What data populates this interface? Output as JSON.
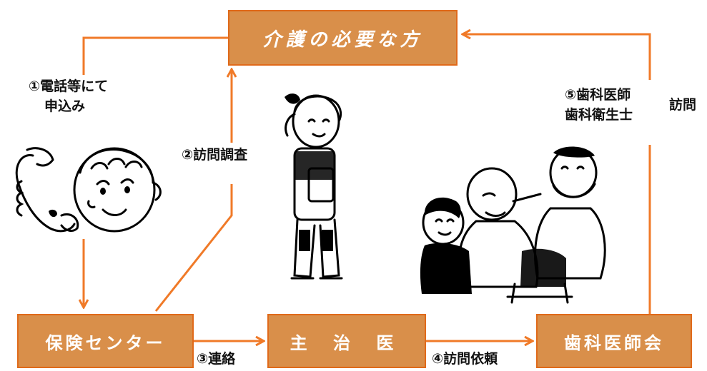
{
  "nodes": {
    "care_person": "介護の必要な方",
    "hoken_center": "保険センター",
    "shujii": "主 治 医",
    "dental_assoc": "歯科医師会"
  },
  "edges": {
    "e1_line1": "①電話等にて",
    "e1_line2": "申込み",
    "e2": "②訪問調査",
    "e3": "③連絡",
    "e4": "④訪問依頼",
    "e5_line1": "⑤歯科医師",
    "e5_line2": "歯科衛生士",
    "e5_suffix": "訪問"
  },
  "colors": {
    "arrow": "#f07a28",
    "box_fill": "#d98f4a",
    "box_border": "#e06a1a",
    "text_on_box": "#ffffff"
  },
  "icons": [
    "woman-on-phone-illustration",
    "caseworker-illustration",
    "dental-visit-illustration"
  ]
}
